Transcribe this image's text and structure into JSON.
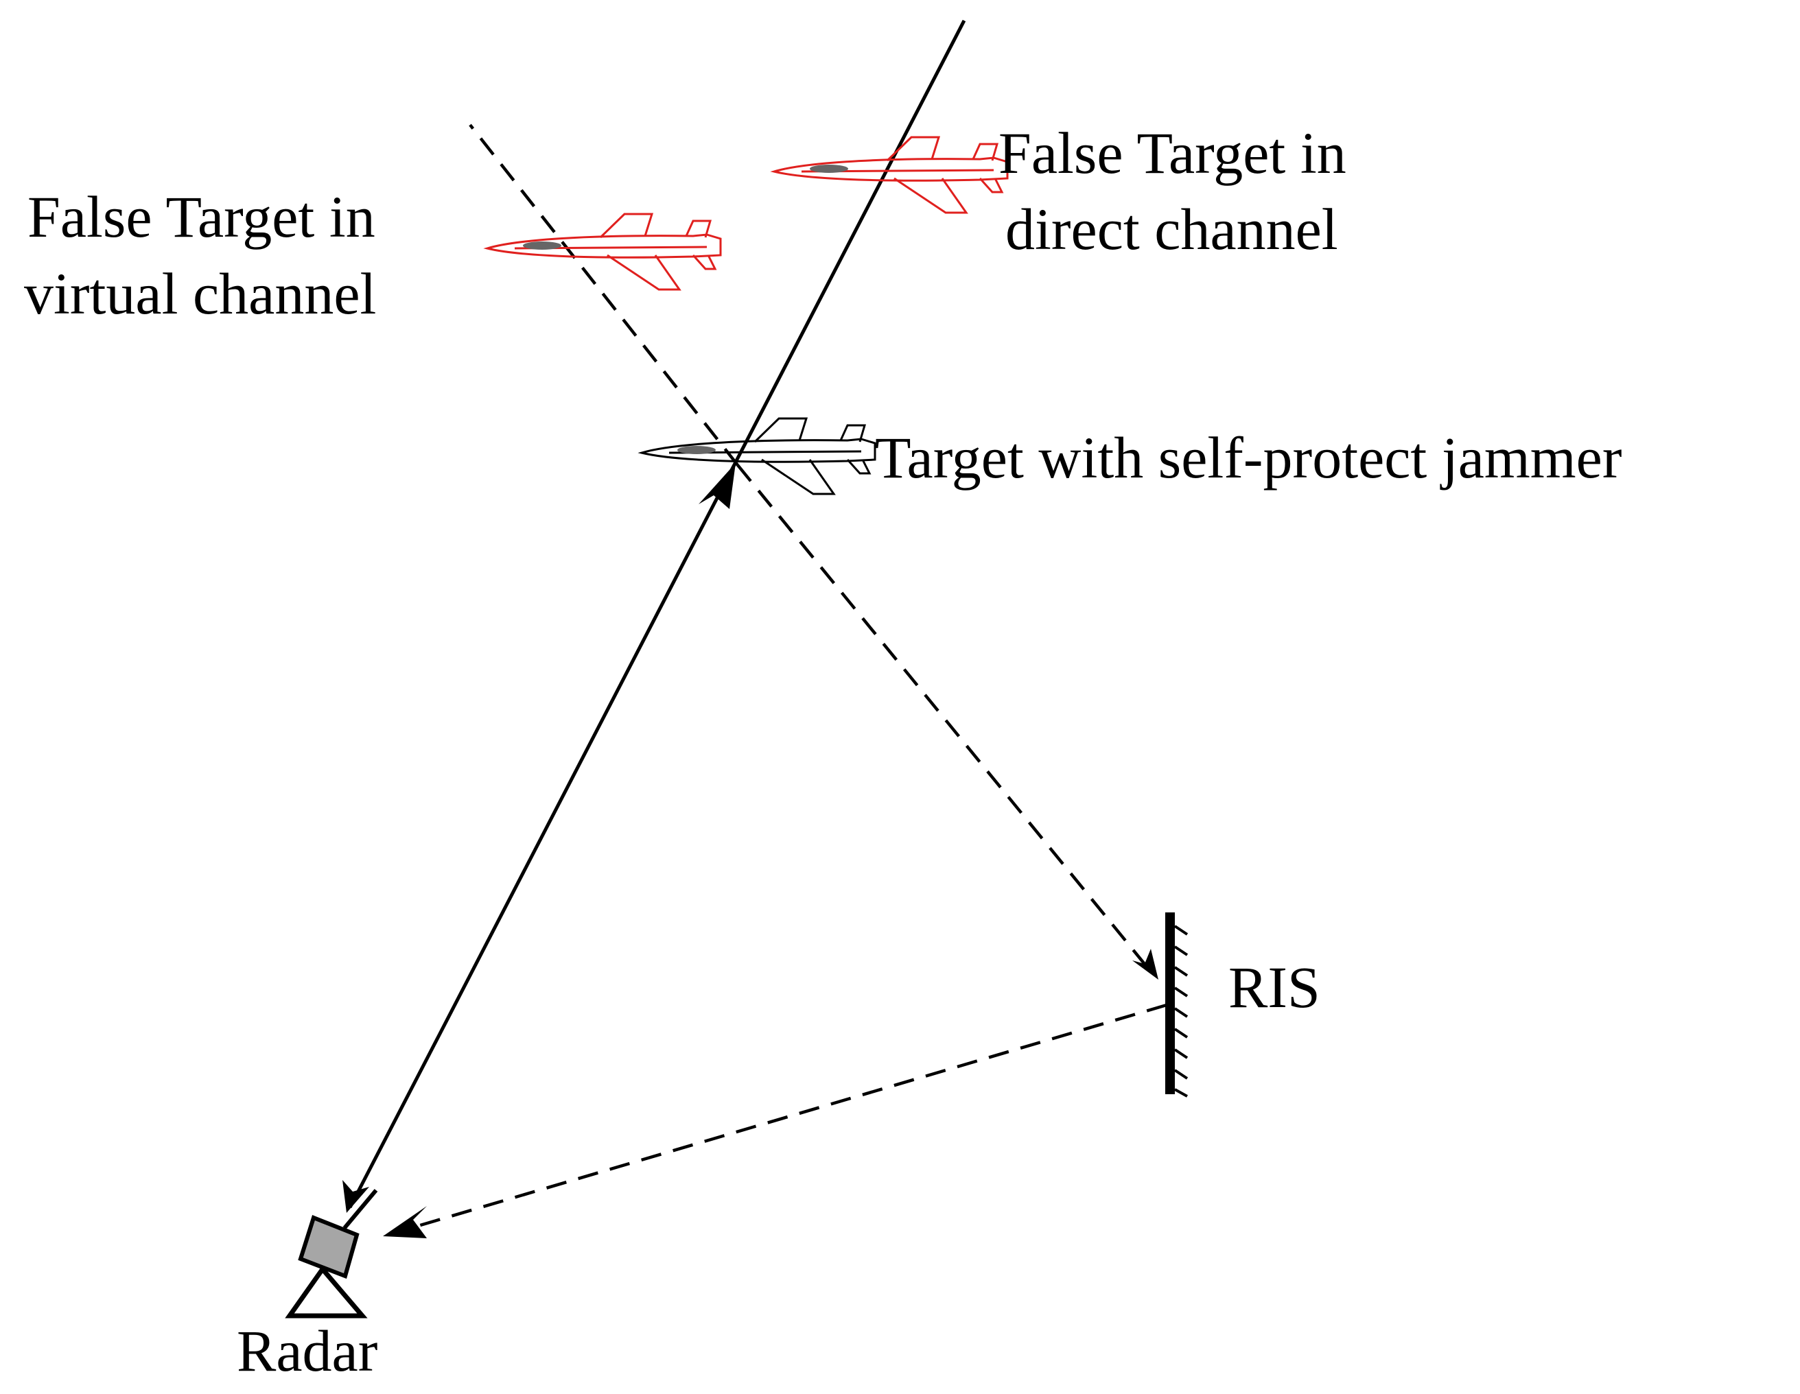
{
  "labels": {
    "false_virtual_line1": "False Target in",
    "false_virtual_line2": "virtual channel",
    "false_direct_line1": "False Target in",
    "false_direct_line2": "direct channel",
    "target": "Target with self-protect jammer",
    "ris": "RIS",
    "radar": "Radar"
  },
  "colors": {
    "false_target": "#e0201e",
    "true_target": "#000000",
    "line": "#000000",
    "radar_body": "#a6a6a6",
    "aircraft_canopy": "#666666"
  }
}
